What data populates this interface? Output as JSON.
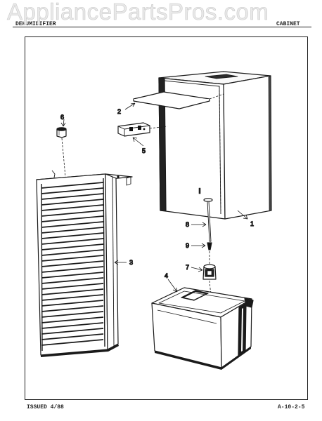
{
  "watermark": "AppliancePartsPros.com",
  "header": {
    "left": "DEHUMIDIFIER",
    "center": "",
    "right": "CABINET"
  },
  "footer": {
    "issued": "ISSUED 4/88",
    "page_code": "A-10-2-5"
  },
  "callouts": {
    "c1": "1",
    "c2": "2",
    "c3": "3",
    "c4": "4",
    "c5": "5",
    "c6": "6",
    "c7": "7",
    "c8": "8",
    "c9": "9"
  },
  "parts": {
    "cabinet": "cabinet-shell",
    "top_bracket": "top-bracket",
    "grille": "front-grille",
    "bucket": "water-bucket",
    "switch_bracket": "switch-bracket",
    "knob": "knob",
    "float": "float",
    "float_rod": "float-rod",
    "clip": "clip"
  }
}
